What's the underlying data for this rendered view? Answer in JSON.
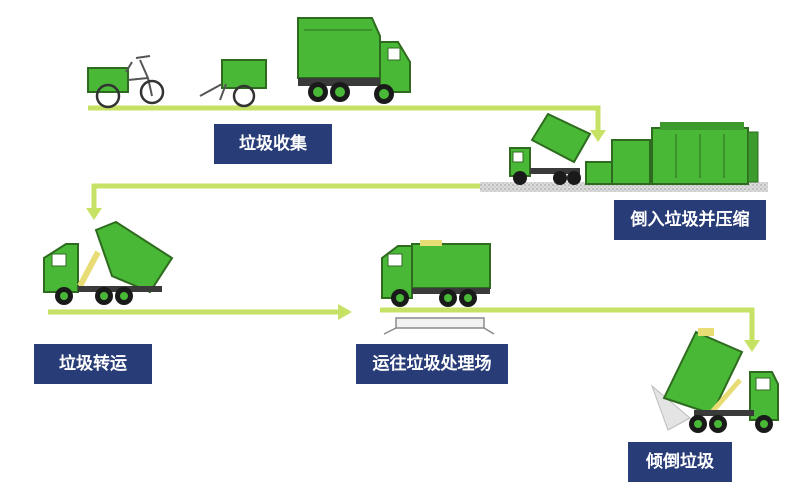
{
  "steps": [
    {
      "label": "垃圾收集"
    },
    {
      "label": "倒入垃圾并压缩"
    },
    {
      "label": "垃圾转运"
    },
    {
      "label": "运往垃圾处理场"
    },
    {
      "label": "倾倒垃圾"
    }
  ],
  "colors": {
    "truck_green": "#49b837",
    "arrow_green": "#c6e264",
    "label_bg": "#283c78",
    "label_text": "#ffffff",
    "wheel": "#1a1a1a",
    "lift_yellow": "#e8dc74"
  }
}
